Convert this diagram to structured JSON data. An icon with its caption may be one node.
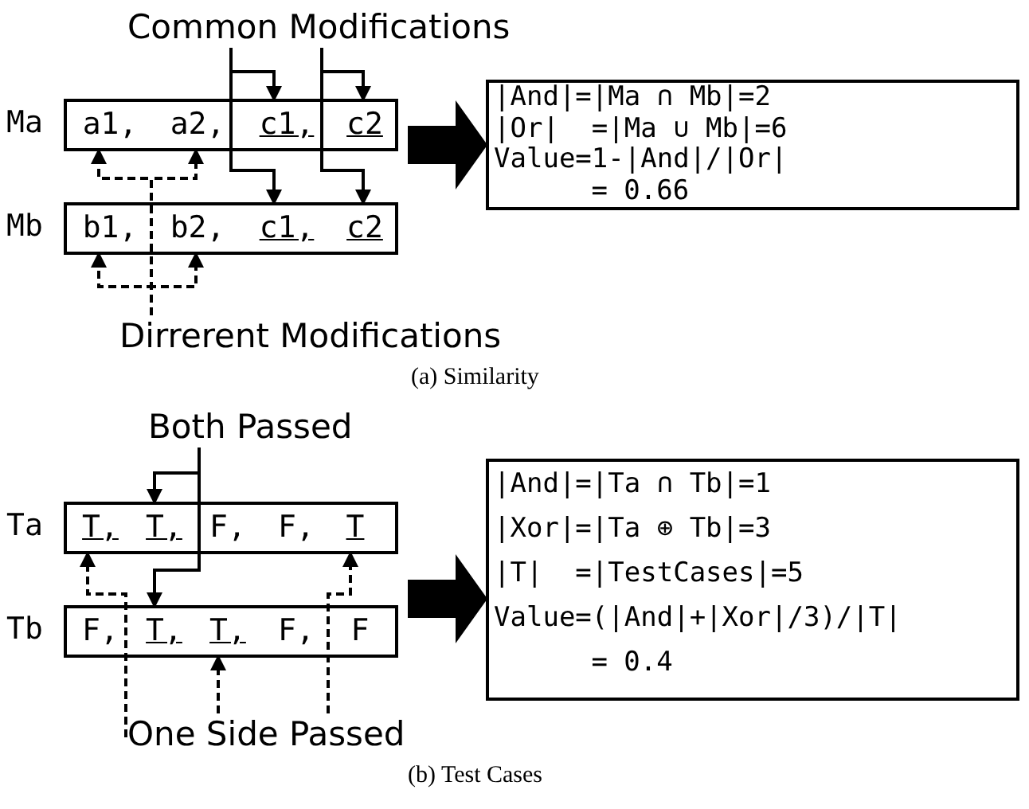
{
  "diagram": {
    "nodes": [
      {
        "text": [
          "Common Modifications"
        ]
      },
      {
        "text": [],
        "shape": "box",
        "beside": [
          "Ma"
        ]
      },
      {
        "text": [
          "a1,"
        ],
        "in": 1
      },
      {
        "text": [
          "a2,"
        ],
        "in": 1
      },
      {
        "text": [
          "c1,"
        ],
        "in": 1
      },
      {
        "text": [
          "c2"
        ],
        "in": 1
      },
      {
        "text": [],
        "shape": "box",
        "beside": [
          "Mb"
        ]
      },
      {
        "text": [
          "b1,"
        ],
        "in": 6
      },
      {
        "text": [
          "b2,"
        ],
        "in": 6
      },
      {
        "text": [
          "c1,"
        ],
        "in": 6
      },
      {
        "text": [
          "c2"
        ],
        "in": 6
      },
      {
        "text": [
          "Dirrerent Modifications"
        ]
      },
      {
        "text": [
          "|And|=|Ma ∩ Mb|=2",
          "|Or|  =|Ma ∪ Mb|=6",
          "Value=1-|And|/|Or|",
          "= 0.66"
        ]
      },
      {
        "text": [
          "Both Passed"
        ]
      },
      {
        "text": [],
        "shape": "box",
        "beside": [
          "Ta"
        ]
      },
      {
        "text": [
          "T,"
        ],
        "in": 14
      },
      {
        "text": [
          "T,"
        ],
        "in": 14
      },
      {
        "text": [
          "F,"
        ],
        "in": 14
      },
      {
        "text": [
          "F,"
        ],
        "in": 14
      },
      {
        "text": [
          "T"
        ],
        "in": 14
      },
      {
        "text": [],
        "shape": "box",
        "beside": [
          "Tb"
        ]
      },
      {
        "text": [
          "F,"
        ],
        "in": 20
      },
      {
        "text": [
          "T,"
        ],
        "in": 20
      },
      {
        "text": [
          "T,"
        ],
        "in": 20
      },
      {
        "text": [
          "F,"
        ],
        "in": 20
      },
      {
        "text": [
          "F"
        ],
        "in": 20
      },
      {
        "text": [
          "One Side Passed"
        ]
      },
      {
        "text": [
          "|And|=|Ta ∩ Tb|=1",
          "|Xor|=|Ta ⊕ Tb|=3",
          "|T|  =|TestCases|=5",
          "Value=(|And|+|Xor|/3)/|T|",
          "= 0.4"
        ]
      }
    ],
    "edges": [
      {
        "from": 0,
        "to": 4,
        "arrow": "to"
      },
      {
        "from": 0,
        "to": 9,
        "arrow": "to"
      },
      {
        "from": 0,
        "to": 5,
        "arrow": "to"
      },
      {
        "from": 0,
        "to": 10,
        "arrow": "to"
      },
      {
        "from": 11,
        "to": 2,
        "arrow": "to",
        "style": "dashed"
      },
      {
        "from": 11,
        "to": 3,
        "arrow": "to",
        "style": "dashed"
      },
      {
        "from": 11,
        "to": 7,
        "arrow": "to",
        "style": "dashed"
      },
      {
        "from": 11,
        "to": 8,
        "arrow": "to",
        "style": "dashed"
      },
      {
        "from": 1,
        "to": 12,
        "arrow": "to",
        "style": "thick"
      },
      {
        "from": 13,
        "to": 16,
        "arrow": "to"
      },
      {
        "from": 13,
        "to": 22,
        "arrow": "to"
      },
      {
        "from": 26,
        "to": 15,
        "arrow": "to",
        "style": "dashed"
      },
      {
        "from": 26,
        "to": 19,
        "arrow": "to",
        "style": "dashed"
      },
      {
        "from": 26,
        "to": 23,
        "arrow": "to",
        "style": "dashed"
      },
      {
        "from": 20,
        "to": 27,
        "arrow": "to",
        "style": "thick"
      }
    ],
    "labels": [
      "(a) Similarity",
      "(b) Test Cases"
    ]
  }
}
